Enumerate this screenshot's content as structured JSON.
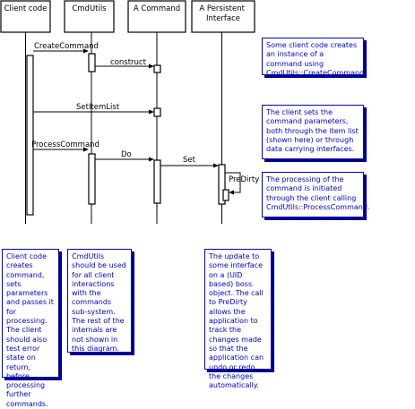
{
  "participants": {
    "client": "Client code",
    "cmdutils": "CmdUtils",
    "command": "A Command",
    "persistent": "A Persistent\nInterface"
  },
  "messages": {
    "create_command": "CreateCommand",
    "construct": "construct",
    "set_item_list": "SetItemList",
    "process_command": "ProcessCommand",
    "do": "Do",
    "set": "Set",
    "pre_dirty": "PreDirty"
  },
  "notes": {
    "create": "Some client code creates an instance of a command using CmdUtils::CreateCommand",
    "params": "The client sets the command parameters, both through the item list (shown here) or through data carrying interfaces.",
    "processing": "The processing of the command is initiated through the client calling CmdUtils::ProcessCommand.",
    "client": "Client code creates command, sets parameters and passes it for processing. The client should also test error state on return, before processing further commands.",
    "cmdutils": "CmdUtils should be used for all client interactions with the commands sub-system. The rest of the internals are not shown in this diagram.",
    "update": "The update to some interface on a (UID based) boss object. The call to PreDirty allows the application to track the changes made so that the application can undo or redo the changes automatically."
  },
  "colors": {
    "note_text": "#0000cc",
    "note_shadow": "#000088",
    "line": "#000000"
  }
}
